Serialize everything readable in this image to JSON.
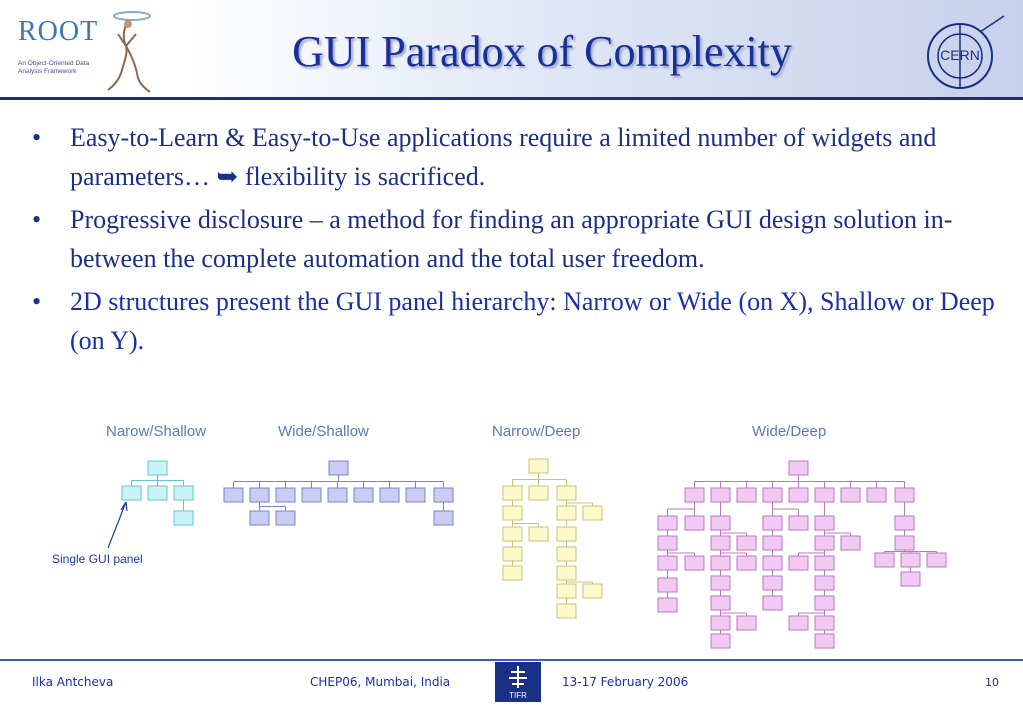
{
  "header": {
    "title": "GUI Paradox of Complexity",
    "root_logo": {
      "word": "ROOT",
      "tagline": "An Object-Oriented Data Analysis Framework"
    },
    "cern_logo": {
      "word": "CERN"
    }
  },
  "bullets": [
    {
      "text": "Easy-to-Learn & Easy-to-Use applications require a limited number of widgets and parameters… ➥ flexibility is sacrificed."
    },
    {
      "text": "Progressive disclosure – a method for finding an appropriate GUI design solution in-between the complete automation and the total user freedom."
    },
    {
      "text": "2D structures present the GUI panel hierarchy: Narrow or Wide (on X), Shallow or Deep (on Y)."
    }
  ],
  "diagram": {
    "labels": [
      "Narow/Shallow",
      "Wide/Shallow",
      "Narrow/Deep",
      "Wide/Deep"
    ],
    "callout": "Single GUI panel",
    "colors": {
      "cyan": "#c9f3f7",
      "cyan_border": "#5fc7d2",
      "blue": "#c9cdf3",
      "blue_border": "#7a84c9",
      "yellow": "#fbfac8",
      "yellow_border": "#c9c37a",
      "pink": "#f1c9f3",
      "pink_border": "#b77abf"
    }
  },
  "footer": {
    "author": "Ilka Antcheva",
    "event": "CHEP06, Mumbai, India",
    "date": "13-17 February  2006",
    "page": "10",
    "tifr_text": "TIFR"
  }
}
